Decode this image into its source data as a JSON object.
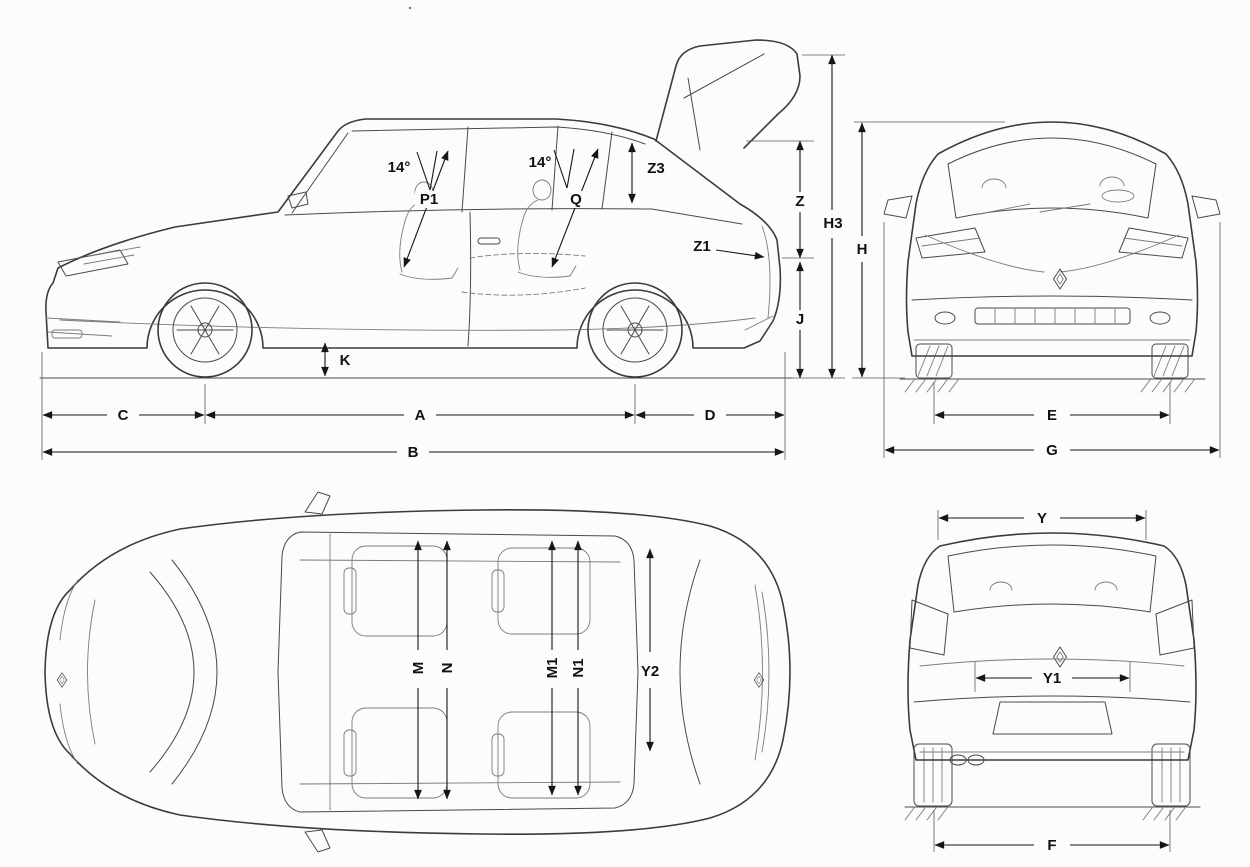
{
  "sheet": {
    "background": "#fcfcfc",
    "outline_color": "#3b3b3b",
    "dimension_color": "#161616"
  },
  "brand": {
    "badge_icon": "renault-diamond"
  },
  "views": {
    "side": {
      "name": "side-view",
      "labels": {
        "angle_front": "14°",
        "angle_rear": "14°",
        "p1": "P1",
        "q": "Q",
        "z3": "Z3",
        "z": "Z",
        "h3": "H3",
        "z1": "Z1",
        "j": "J",
        "k": "K",
        "c": "C",
        "a": "A",
        "d": "D",
        "b": "B"
      }
    },
    "front": {
      "name": "front-view",
      "labels": {
        "h": "H",
        "e": "E",
        "g": "G"
      }
    },
    "top": {
      "name": "top-view",
      "labels": {
        "m": "M",
        "n": "N",
        "m1": "M1",
        "n1": "N1",
        "y2": "Y2"
      }
    },
    "rear": {
      "name": "rear-view",
      "labels": {
        "y": "Y",
        "y1": "Y1",
        "f": "F"
      }
    }
  }
}
